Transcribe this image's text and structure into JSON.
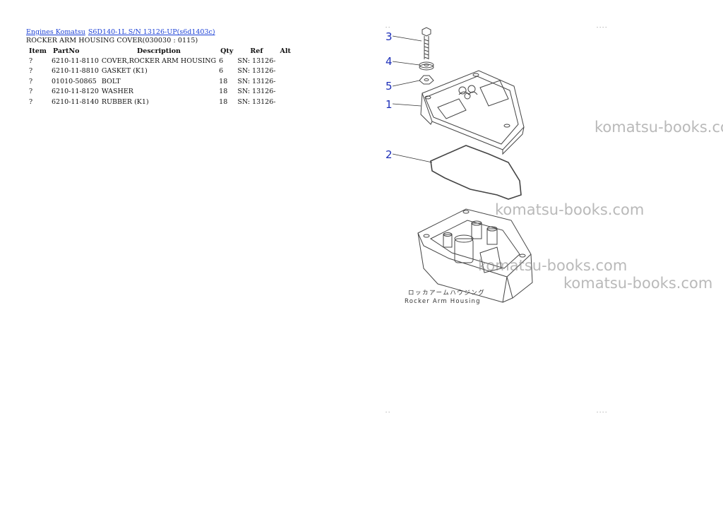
{
  "breadcrumb": {
    "link1": "Engines Komatsu",
    "link2": "S6D140-1L S/N 13126-UP(s6d1403c)"
  },
  "page_title": "ROCKER ARM HOUSING COVER(030030 : 0115)",
  "table": {
    "headers": {
      "item": "Item",
      "partno": "PartNo",
      "description": "Description",
      "qty": "Qty",
      "ref": "Ref",
      "alt": "Alt"
    },
    "rows": [
      {
        "item": "?",
        "partno": "6210-11-8110",
        "description": "COVER,ROCKER ARM HOUSING",
        "qty": "6",
        "ref": "SN: 13126-",
        "alt": ""
      },
      {
        "item": "?",
        "partno": "6210-11-8810",
        "description": "GASKET (K1)",
        "qty": "6",
        "ref": "SN: 13126-",
        "alt": ""
      },
      {
        "item": "?",
        "partno": "01010-50865",
        "description": "BOLT",
        "qty": "18",
        "ref": "SN: 13126-",
        "alt": ""
      },
      {
        "item": "?",
        "partno": "6210-11-8120",
        "description": "WASHER",
        "qty": "18",
        "ref": "SN: 13126-",
        "alt": ""
      },
      {
        "item": "?",
        "partno": "6210-11-8140",
        "description": "RUBBER (K1)",
        "qty": "18",
        "ref": "SN: 13126-",
        "alt": ""
      }
    ]
  },
  "diagram": {
    "callouts": [
      "3",
      "4",
      "5",
      "1",
      "2"
    ],
    "caption_jp": "ロッカアームハウジング",
    "caption_en": "Rocker Arm Housing",
    "corner_top_right": "‐ ‐ ‐ ‐",
    "corner_top_left": "‐ ‐",
    "corner_bottom_left": "‐ ‐",
    "corner_bottom_right": "‐ ‐ ‐ ‐"
  },
  "watermarks": [
    "komatsu-books.com",
    "komatsu-books.com",
    "komatsu-books.com",
    "komatsu-books.com"
  ],
  "colors": {
    "link": "#1a3fd6",
    "callout": "#1d2fb8",
    "watermark": "#888888"
  }
}
